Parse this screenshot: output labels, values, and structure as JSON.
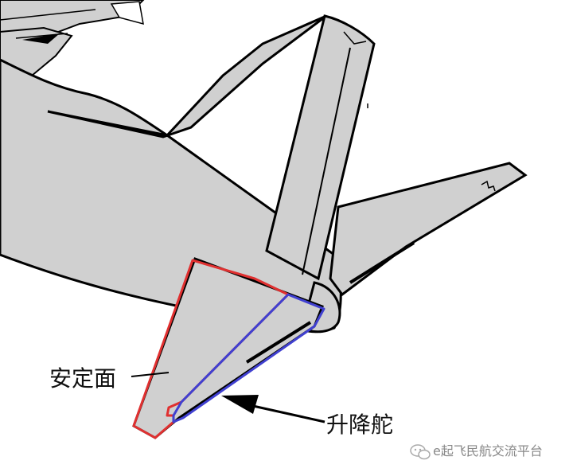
{
  "labels": {
    "stabilizer": "安定面",
    "elevator": "升降舵"
  },
  "watermark": {
    "text": "e起飞民航交流平台",
    "icon": "wechat-icon"
  },
  "colors": {
    "fuselage_fill": "#d0d0d0",
    "outline": "#000000",
    "stabilizer_highlight": "#e03030",
    "elevator_highlight": "#4040d0",
    "background": "#ffffff"
  }
}
